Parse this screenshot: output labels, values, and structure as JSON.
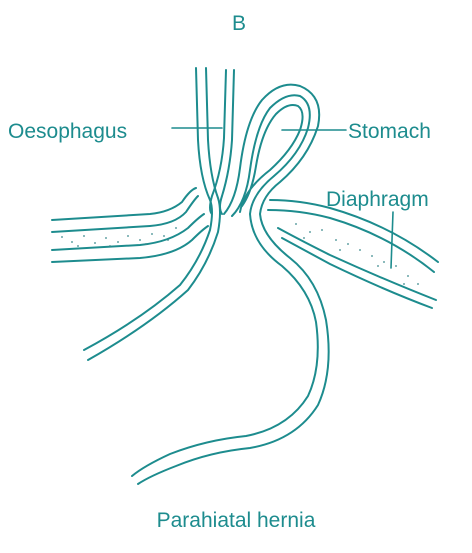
{
  "figure": {
    "panel_letter": "B",
    "caption": "Parahiatal hernia",
    "labels": {
      "oesophagus": "Oesophagus",
      "stomach": "Stomach",
      "diaphragm": "Diaphragm"
    },
    "colors": {
      "line": "#1d8c8e",
      "text": "#1d8c8e",
      "stipple": "#3a8a8c",
      "background": "#ffffff"
    }
  }
}
